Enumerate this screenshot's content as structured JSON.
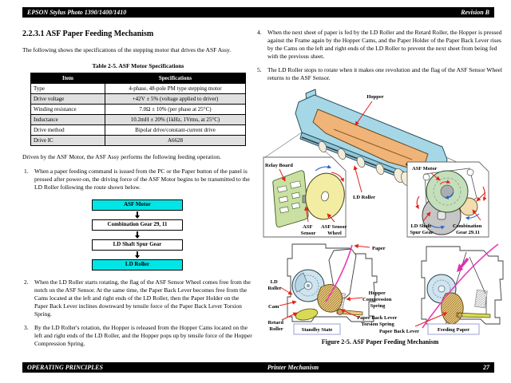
{
  "header": {
    "left": "EPSON Stylus Photo 1390/1400/1410",
    "right": "Revision B"
  },
  "footer": {
    "left": "OPERATING PRINCIPLES",
    "center": "Printer Mechanism",
    "page": "27"
  },
  "section": {
    "heading": "2.2.3.1  ASF Paper Feeding Mechanism",
    "intro": "The following shows the specifications of the stepping motor that drives the ASF Assy.",
    "after_table": "Driven by the ASF Motor, the ASF Assy performs the following feeding operation."
  },
  "table": {
    "title": "Table 2-5.  ASF Motor Specifications",
    "headers": [
      "Item",
      "Specifications"
    ],
    "rows": [
      [
        "Type",
        "4-phase, 48-pole PM type stepping motor"
      ],
      [
        "Drive voltage",
        "+42V ± 5% (voltage applied to driver)"
      ],
      [
        "Winding resistance",
        "7.0Ω ± 10% (per phase at 25°C)"
      ],
      [
        "Inductance",
        "10.2mH ± 20% (1kHz, 1Vrms, at 25°C)"
      ],
      [
        "Drive method",
        "Bipolar drive/constant-current drive"
      ],
      [
        "Drive IC",
        "A6628"
      ]
    ]
  },
  "flow": {
    "steps": [
      {
        "label": "ASF Motor",
        "highlight": true
      },
      {
        "label": "Combination Gear 29, 11",
        "highlight": false
      },
      {
        "label": "LD Shaft Spur Gear",
        "highlight": false
      },
      {
        "label": "LD Roller",
        "highlight": true
      }
    ]
  },
  "steps": [
    {
      "num": "1.",
      "text": "When a paper feeding command is issued from the PC or the Paper button of the panel is pressed after power-on, the driving force of the ASF Motor begins to be transmitted to the LD Roller following the route shown below."
    },
    {
      "num": "2.",
      "text": "When the LD Roller starts rotating, the flag of the ASF Sensor Wheel comes free from the notch on the ASF Sensor. At the same time, the Paper Back Lever becomes free from the Cams located at the left and right ends of the LD Roller, then the Paper Holder on the Paper Back Lever inclines downward by tensile force of the Paper Back Lever Torsion Spring."
    },
    {
      "num": "3.",
      "text": "By the LD Roller's rotation, the Hopper is released from the Hopper Cams located on the left and right ends of the LD Roller, and the Hopper pops up by tensile force of the Hopper Compression Spring."
    },
    {
      "num": "4.",
      "text": "When the next sheet of paper is fed by the LD Roller and the Retard Roller, the Hopper is pressed against the Frame again by the Hopper Cams, and the Paper Holder of the Paper Back Lever rises by the Cams on the left and right ends of the LD Roller to prevent the next sheet from being fed with the previous sheet."
    },
    {
      "num": "5.",
      "text": "The LD Roller stops to rotate when it makes one revolution and the flag of the ASF Sensor Wheel returns to the ASF Sensor."
    }
  ],
  "figure": {
    "caption": "Figure 2-5.  ASF Paper Feeding Mechanism",
    "labels": {
      "hopper": "Hopper",
      "relay_board": "Relay Board",
      "asf_sensor": [
        "ASF",
        "Sensor"
      ],
      "asf_sensor_wheel": [
        "ASF Sensor",
        "Wheel"
      ],
      "ld_roller": "LD Roller",
      "asf_motor": "ASF Motor",
      "ld_shaft_spur_gear": [
        "LD Shaft",
        "Spur Gear"
      ],
      "combination_gear": [
        "Combination",
        "Gear 29.11"
      ],
      "paper": "Paper",
      "ld_roller_side": [
        "LD",
        "Roller"
      ],
      "cam": "Cam",
      "retard_roller": [
        "Retard",
        "Roller"
      ],
      "hopper_compression_spring": [
        "Hopper",
        "Compression",
        "Spring"
      ],
      "pbl_torsion_spring": [
        "Paper Back Lever",
        "Torsion Spring"
      ],
      "paper_back_lever": "Paper Back Lever",
      "standby_state": "Standby State",
      "feeding_paper": "Feeding Paper"
    }
  },
  "colors": {
    "flow_highlight": "#00e6e6",
    "frame_blue": "#a6d7e6",
    "hopper_orange": "#f0b478",
    "board_green": "#c9e0a2",
    "wheel_yellow": "#f2eda2",
    "motor_green": "#c5dfbd",
    "spur_gear_gray": "#c6c6c6",
    "combination_gear_tan": "#f2dcb0",
    "ld_roller_blue": "#cfe4ef",
    "lever_tan": "#e8c87e",
    "retard_yellow_green": "#d8da55",
    "paper_magenta": "#ea3bb5",
    "pointer_red": "#e32219",
    "rotation_blue": "#2a63cc",
    "state_box_border": "#98a0d6"
  }
}
